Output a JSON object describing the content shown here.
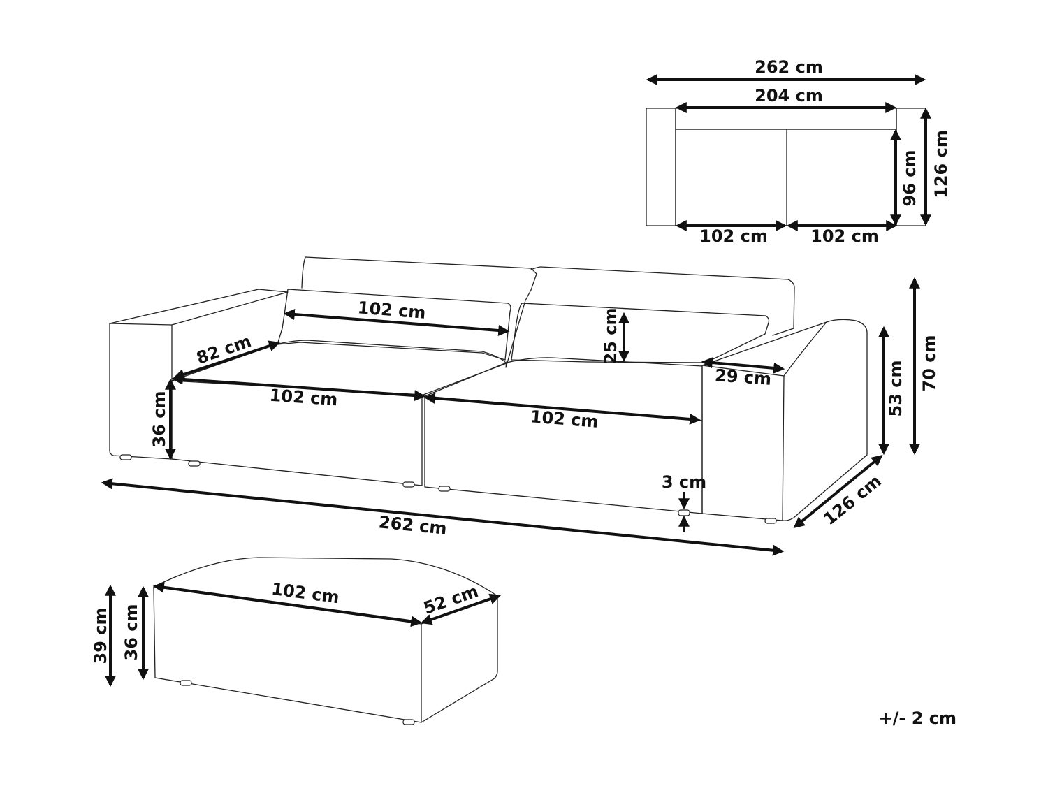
{
  "palette": {
    "line": "#222222",
    "arrow": "#111111",
    "background": "#ffffff"
  },
  "top_view": {
    "total_width": "262 cm",
    "seat_width": "204 cm",
    "seat_left": "102 cm",
    "seat_right": "102 cm",
    "seat_depth": "96 cm",
    "total_depth": "126 cm"
  },
  "sofa": {
    "cushion_width": "102 cm",
    "backrest_height": "25 cm",
    "seat_depth": "82 cm",
    "seat_front_left": "102 cm",
    "seat_front_right": "102 cm",
    "armrest_width": "29 cm",
    "seat_height": "36 cm",
    "arm_height": "53 cm",
    "total_height": "70 cm",
    "leg_height": "3 cm",
    "total_width": "262 cm",
    "total_depth": "126 cm"
  },
  "ottoman": {
    "width": "102 cm",
    "depth": "52 cm",
    "total_height": "39 cm",
    "body_height": "36 cm"
  },
  "tolerance": "+/- 2 cm"
}
